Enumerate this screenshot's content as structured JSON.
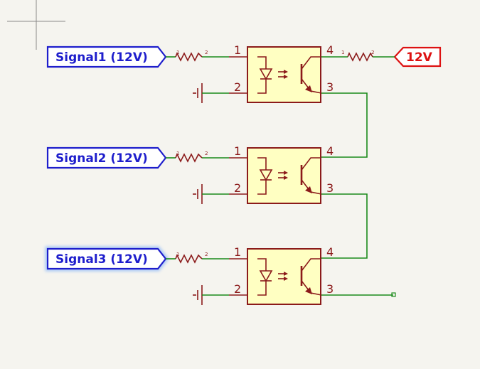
{
  "colors": {
    "background": "#f5f4ef",
    "wire": "#1a8a1a",
    "component": "#8b1a1a",
    "component_fill": "#ffffc2",
    "global_label": "#1e1ecc",
    "power_label": "#dd1111",
    "label_fill": "#ffffff",
    "highlight": "#a9c8f5"
  },
  "signals": [
    {
      "label": "Signal1 (12V)"
    },
    {
      "label": "Signal2 (12V)"
    },
    {
      "label": "Signal3 (12V)"
    }
  ],
  "power": {
    "label": "12V"
  },
  "optocoupler_pins": {
    "anode": "1",
    "cathode": "2",
    "emitter": "3",
    "collector": "4"
  },
  "resistor_pins": {
    "a": "1",
    "b": "2"
  }
}
